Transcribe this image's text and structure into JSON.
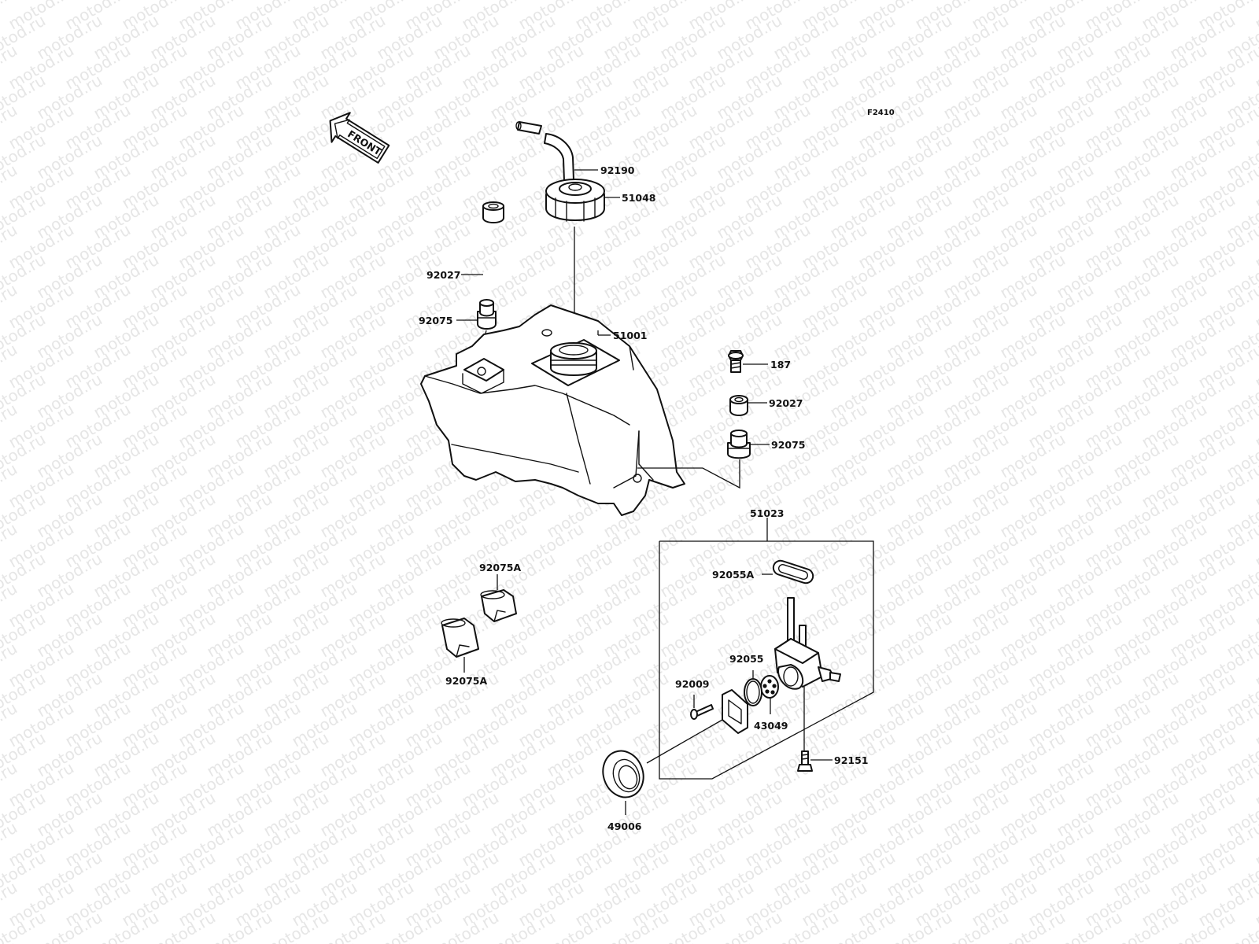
{
  "diagram": {
    "code": "F2410",
    "front_label": "FRONT",
    "watermark": "motod.ru",
    "parts": {
      "hose": "92190",
      "cap": "51048",
      "tank": "51001",
      "collar_top": "92027",
      "damper_top": "92075",
      "bolt_187": "187",
      "collar_right": "92027",
      "damper_right": "92075",
      "fuel_cock_assy": "51023",
      "gasket_a": "92055A",
      "oring": "92055",
      "screw": "92009",
      "filter": "43049",
      "bolt_92151": "92151",
      "rubber_a_top": "92075A",
      "rubber_a_bottom": "92075A",
      "grommet": "49006"
    }
  }
}
